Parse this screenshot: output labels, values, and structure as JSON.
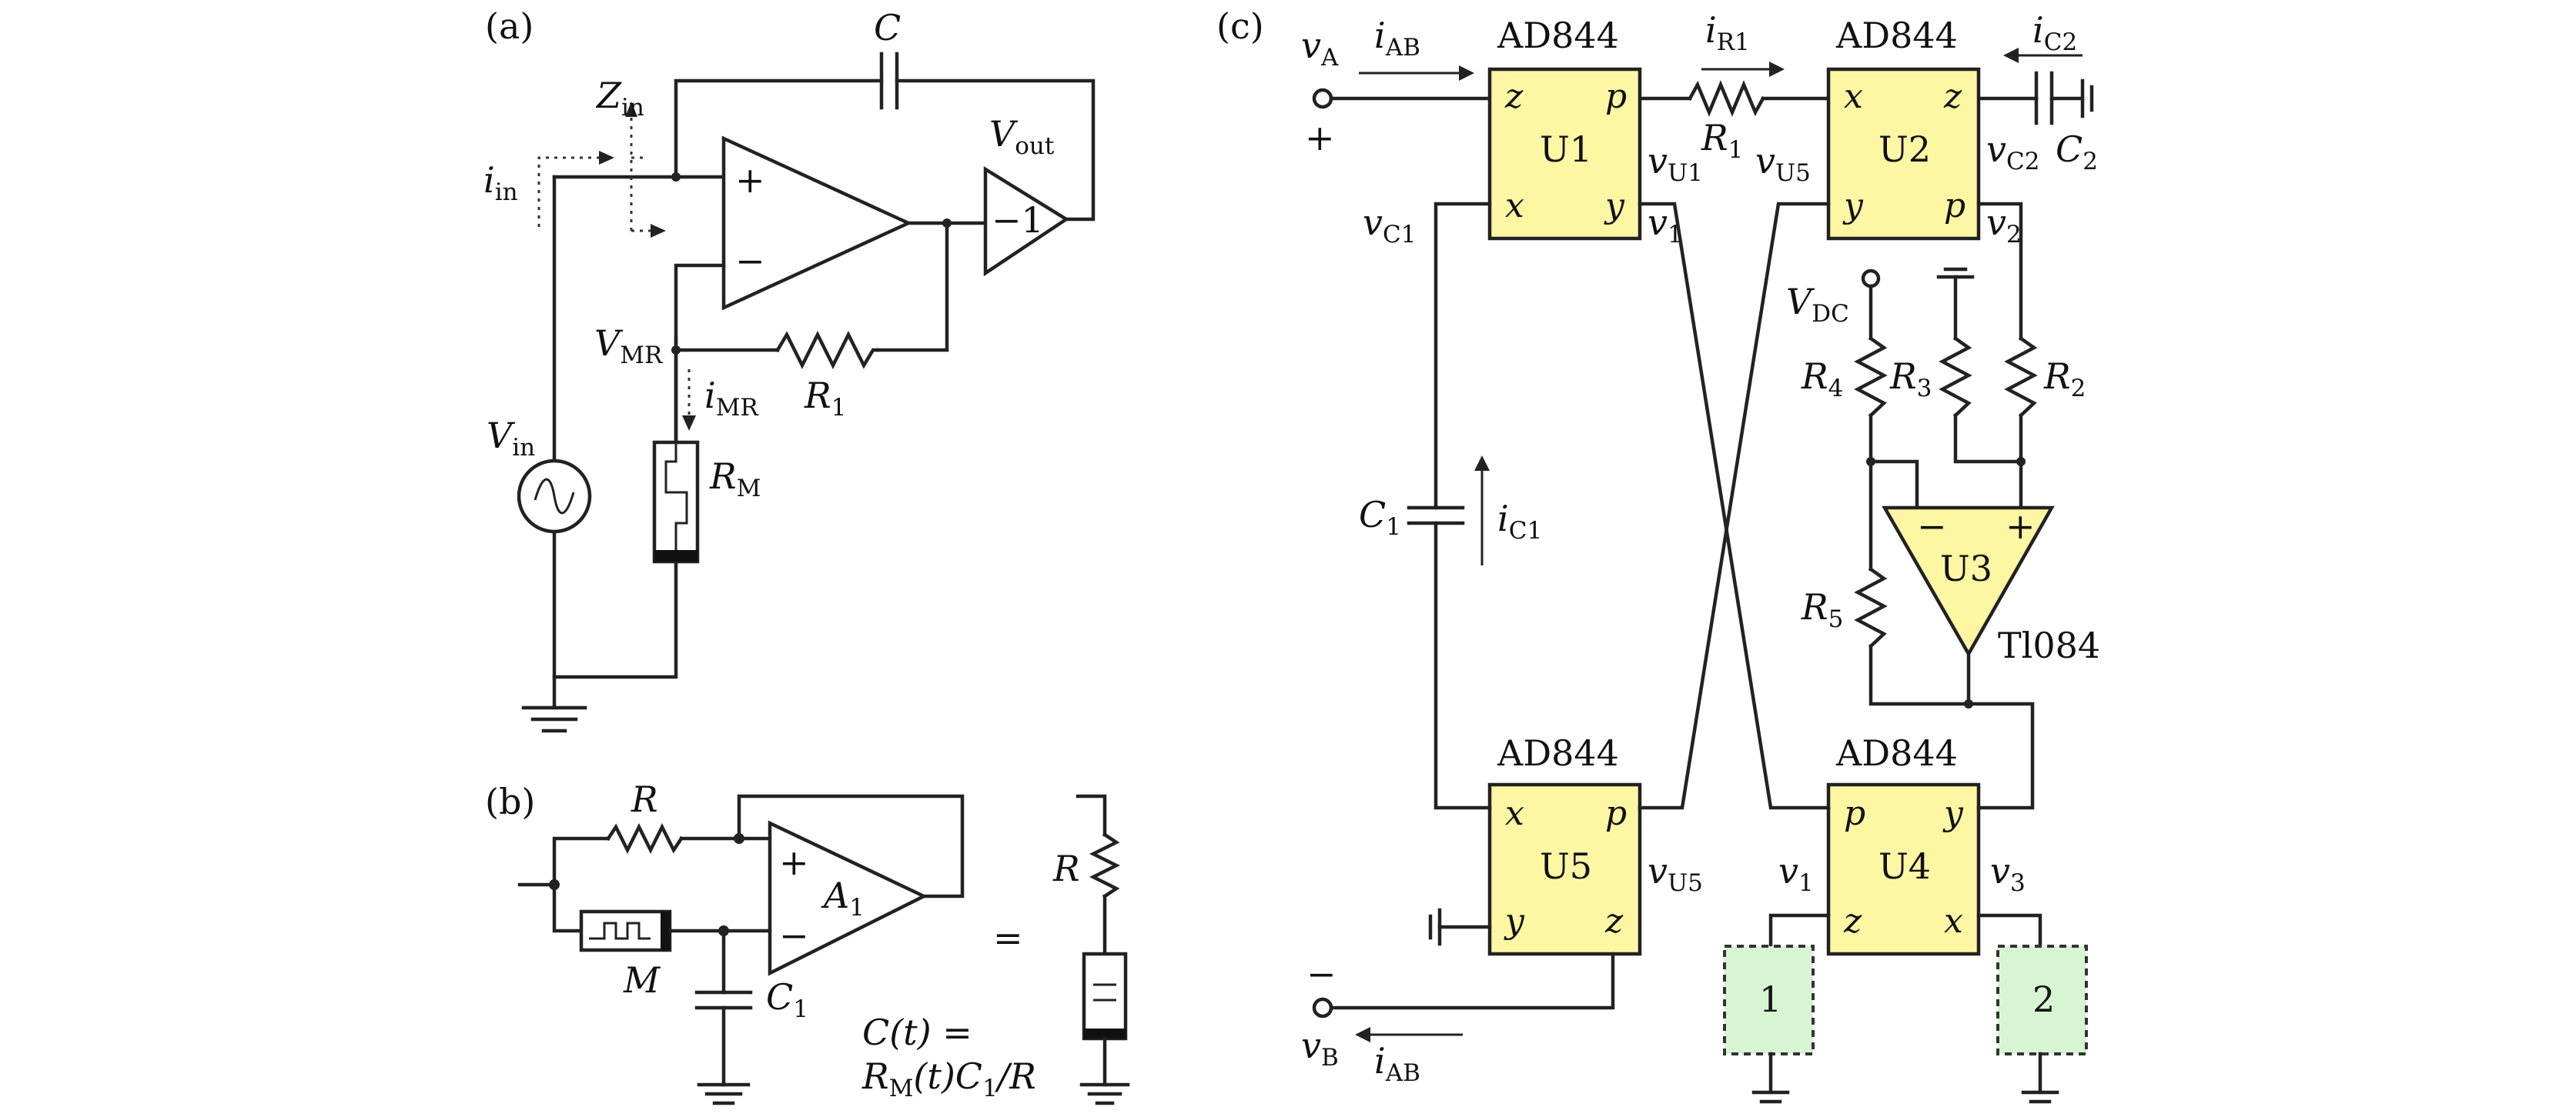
{
  "panels": {
    "a": {
      "tag": "(a)",
      "capacitor": "C",
      "z_in": {
        "main": "Z",
        "sub": "in"
      },
      "i_in": {
        "main": "i",
        "sub": "in"
      },
      "v_out": {
        "main": "V",
        "sub": "out"
      },
      "buffer_gain": "−1",
      "v_mr": {
        "main": "V",
        "sub": "MR"
      },
      "i_mr": {
        "main": "i",
        "sub": "MR"
      },
      "r1": {
        "main": "R",
        "sub": "1"
      },
      "v_in": {
        "main": "V",
        "sub": "in"
      },
      "r_m": {
        "main": "R",
        "sub": "M"
      },
      "plus": "+",
      "minus": "−"
    },
    "b": {
      "tag": "(b)",
      "r": "R",
      "amp": {
        "main": "A",
        "sub": "1"
      },
      "m": "M",
      "c1": {
        "main": "C",
        "sub": "1"
      },
      "equals": "=",
      "r_right": "R",
      "formula_line1": "C(t) =",
      "formula_line2_a": "R",
      "formula_line2_sub": "M",
      "formula_line2_b": "(t)C",
      "formula_line2_sub2": "1",
      "formula_line2_c": "/R",
      "plus": "+",
      "minus": "−"
    },
    "c": {
      "tag": "(c)",
      "chip_type": "AD844",
      "opamp_type": "Tl084",
      "v_a": {
        "main": "v",
        "sub": "A"
      },
      "v_b": {
        "main": "v",
        "sub": "B"
      },
      "i_ab": {
        "main": "i",
        "sub": "AB"
      },
      "i_r1": {
        "main": "i",
        "sub": "R1"
      },
      "i_c2": {
        "main": "i",
        "sub": "C2"
      },
      "i_c1": {
        "main": "i",
        "sub": "C1"
      },
      "plus": "+",
      "minus": "−",
      "r1": {
        "main": "R",
        "sub": "1"
      },
      "r2": {
        "main": "R",
        "sub": "2"
      },
      "r3": {
        "main": "R",
        "sub": "3"
      },
      "r4": {
        "main": "R",
        "sub": "4"
      },
      "r5": {
        "main": "R",
        "sub": "5"
      },
      "c1": {
        "main": "C",
        "sub": "1"
      },
      "c2": {
        "main": "C",
        "sub": "2"
      },
      "v_u1": {
        "main": "v",
        "sub": "U1"
      },
      "v_u5_top": {
        "main": "v",
        "sub": "U5"
      },
      "v_u5_bottom": {
        "main": "v",
        "sub": "U5"
      },
      "v_c1": {
        "main": "v",
        "sub": "C1"
      },
      "v_c2": {
        "main": "v",
        "sub": "C2"
      },
      "v_1_top": {
        "main": "v",
        "sub": "1"
      },
      "v_1_bottom": {
        "main": "v",
        "sub": "1"
      },
      "v_2": {
        "main": "v",
        "sub": "2"
      },
      "v_3": {
        "main": "v",
        "sub": "3"
      },
      "v_dc": {
        "main": "V",
        "sub": "DC"
      },
      "u1": {
        "name": "U1",
        "pins": [
          "z",
          "p",
          "x",
          "y"
        ]
      },
      "u2": {
        "name": "U2",
        "pins": [
          "x",
          "z",
          "y",
          "p"
        ]
      },
      "u3": {
        "name": "U3",
        "pin_minus": "−",
        "pin_plus": "+"
      },
      "u4": {
        "name": "U4",
        "pins": [
          "p",
          "y",
          "z",
          "x"
        ]
      },
      "u5": {
        "name": "U5",
        "pins": [
          "x",
          "p",
          "y",
          "z"
        ]
      },
      "block_1": "1",
      "block_2": "2"
    }
  },
  "colors": {
    "chip_fill": "#fdf6a3",
    "block_fill": "#d7f4d3",
    "wire": "#222222"
  }
}
